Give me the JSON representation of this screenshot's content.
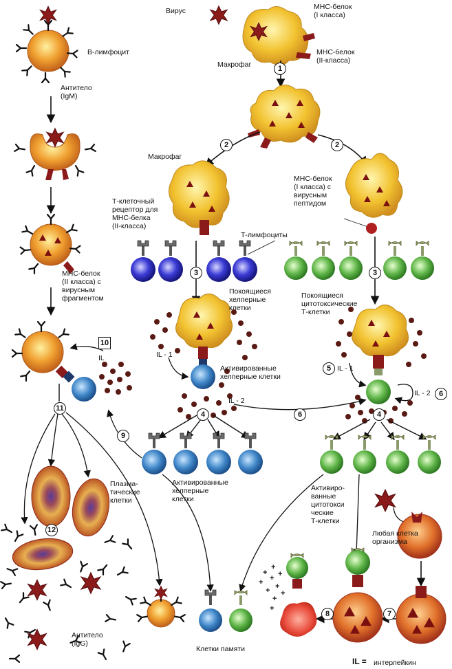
{
  "labels": {
    "virus": "Вирус",
    "mhc1_top": "МНС-белок\n(I класса)",
    "mhc2_top": "МНС-белок\n(II-класса)",
    "macrophage_top": "Макрофаг",
    "b_lymphocyte": "В-лимфоцит",
    "antibody_igm": "Антитело\n(IgM)",
    "macrophage_left": "Макрофаг",
    "mhc1_peptide": "МНС-белок\n(I класса) с\nвирусным\nпептидом",
    "tcr_receptor": "Т-клеточный\nрецептор для\nМНС-белка\n(II-класса)",
    "t_lymphocytes": "Т-лимфоциты",
    "mhc2_fragment": "МНС-белок\n(II класса) с\nвирусным\nфрагментом",
    "resting_helper": "Покоящиеся\nхелперные\nклетки",
    "resting_cytotoxic": "Покоящиеся\nцитотоксические\nТ-клетки",
    "il_b": "IL",
    "il1_helper": "IL - 1",
    "il1_cyto": "IL - 1",
    "activated_helper_1": "Активированные\nхелперные клетки",
    "il2_helper": "IL - 2",
    "il2_cyto": "IL - 2",
    "activated_helper_2": "Активированные\nхелперные\nклетки",
    "plasma_cells": "Плазма-\nтические\nклетки",
    "activated_cytotoxic": "Активиро-\nванные\nцитотокси\nческие\nТ-клетки",
    "any_cell": "Любая клетка\nорганизма",
    "antibody_igg": "Антитело\n(IgG)",
    "memory_cells": "Клетки памяти",
    "legend_il": "IL =",
    "legend_il_meaning": "интерлейкин"
  },
  "steps": {
    "s1": "1",
    "s2a": "2",
    "s2b": "2",
    "s3a": "3",
    "s3b": "3",
    "s4a": "4",
    "s4b": "4",
    "s5": "5",
    "s6a": "6",
    "s6b": "6",
    "s7": "7",
    "s8": "8",
    "s9": "9",
    "s10": "10",
    "s11": "11",
    "s12": "12"
  },
  "colors": {
    "virus": "#8b1a1a",
    "macrophage": "#f2c230",
    "b_cell": "#e88a2a",
    "helper_cell": "#3f86c8",
    "resting_helper_cell": "#3b3bd6",
    "cytotoxic_cell": "#5fb548",
    "plasma_cell": "#c98a3a",
    "infected_cell": "#d65a2a",
    "interleukin_dot": "#5a1a14"
  }
}
